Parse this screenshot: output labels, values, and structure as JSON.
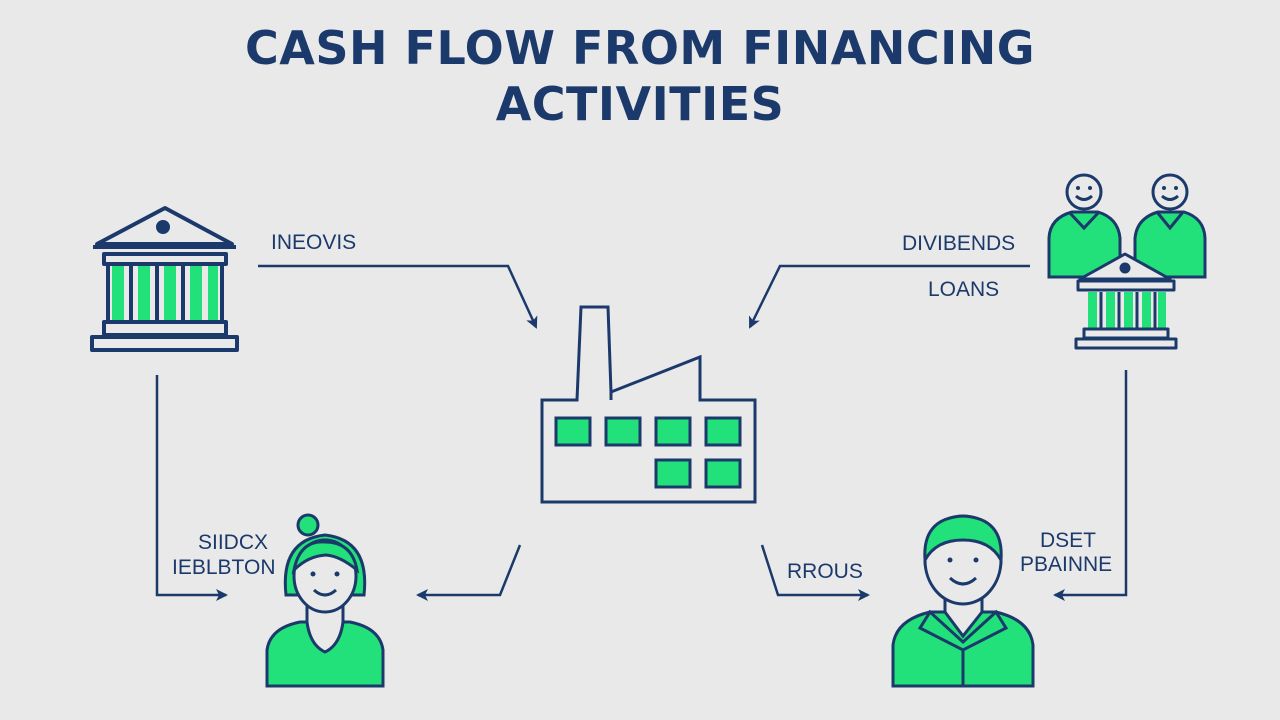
{
  "title": {
    "line1": "CASH FLOW FROM FINANCING",
    "line2": "ACTIVITIES"
  },
  "labels": {
    "top_left": "INEOVIS",
    "top_right_1": "DIVIBENDS",
    "top_right_2": "LOANS",
    "bottom_left_1": "SIIDCX",
    "bottom_left_2": "IEBLBTON",
    "bottom_mid": "RROUS",
    "bottom_right_1": "DSET",
    "bottom_right_2": "PBAINNE"
  },
  "colors": {
    "background": "#e9e9e9",
    "navy": "#1b3a6b",
    "green": "#22e07a",
    "dark_green": "#0f9b52"
  },
  "icons": [
    "bank-icon",
    "shareholders-icon",
    "small-bank-icon",
    "factory-icon",
    "woman-investor-icon",
    "man-investor-icon"
  ]
}
